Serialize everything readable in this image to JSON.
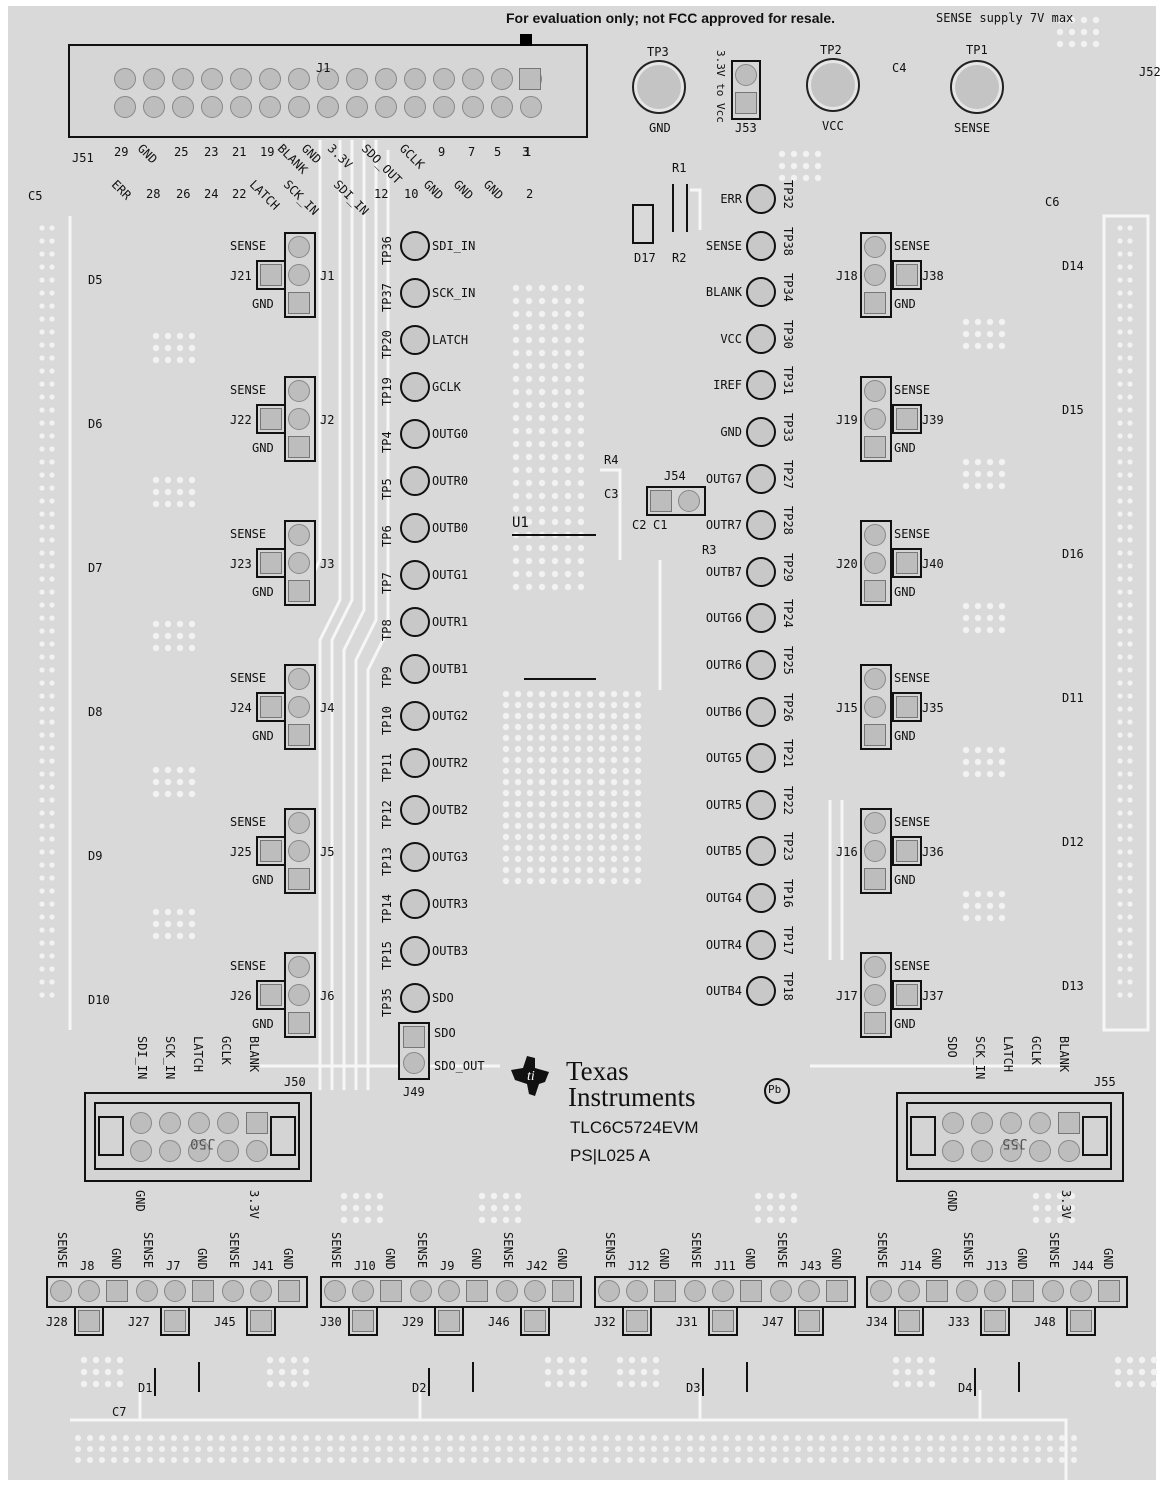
{
  "colors": {
    "board": "#d9d9d9",
    "silk": "#111111",
    "trace": "#f7f7f7",
    "pad": "#bdbdbd"
  },
  "header_note": "For evaluation only;  not FCC approved for resale.",
  "supply_note": "SENSE supply  7V max",
  "board_name": "TLC6C5724EVM",
  "board_rev": "PS|L025  A",
  "logo": {
    "line1": "Texas",
    "line2": "Instruments",
    "icon": "ti-logo-icon",
    "pb_free": "Pb"
  },
  "top": {
    "j51": "J51",
    "j1": "J1",
    "j52": "J52",
    "c4": "C4",
    "c5": "C5",
    "c6": "C6",
    "c7": "C7",
    "odd_pins": [
      "29",
      "GND",
      "25",
      "23",
      "21",
      "19",
      "BLANK",
      "GND",
      "3.3V",
      "SDO_OUT",
      "GCLK",
      "9",
      "7",
      "5",
      "3",
      "1"
    ],
    "even_pins": [
      "ERR",
      "28",
      "26",
      "24",
      "22",
      "LATCH",
      "SCK_IN",
      "SDI_IN",
      "12",
      "10",
      "GND",
      "GND",
      "GND",
      "2"
    ],
    "tp3": {
      "name": "TP3",
      "label": "GND"
    },
    "tp2": {
      "name": "TP2",
      "label": "VCC"
    },
    "tp1": {
      "name": "TP1",
      "label": "SENSE"
    },
    "j53": {
      "name": "J53",
      "label": "3.3V to Vcc"
    },
    "r1": "R1",
    "r2": "R2",
    "d17": "D17",
    "r3": "R3",
    "r4": "R4",
    "c3": "C3",
    "c1": "C1",
    "c2": "C2",
    "j54": "J54",
    "u1": "U1"
  },
  "left_tps": [
    {
      "tp": "TP36",
      "sig": "SDI_IN"
    },
    {
      "tp": "TP37",
      "sig": "SCK_IN"
    },
    {
      "tp": "TP20",
      "sig": "LATCH"
    },
    {
      "tp": "TP19",
      "sig": "GCLK"
    },
    {
      "tp": "TP4",
      "sig": "OUTG0"
    },
    {
      "tp": "TP5",
      "sig": "OUTR0"
    },
    {
      "tp": "TP6",
      "sig": "OUTB0"
    },
    {
      "tp": "TP7",
      "sig": "OUTG1"
    },
    {
      "tp": "TP8",
      "sig": "OUTR1"
    },
    {
      "tp": "TP9",
      "sig": "OUTB1"
    },
    {
      "tp": "TP10",
      "sig": "OUTG2"
    },
    {
      "tp": "TP11",
      "sig": "OUTR2"
    },
    {
      "tp": "TP12",
      "sig": "OUTB2"
    },
    {
      "tp": "TP13",
      "sig": "OUTG3"
    },
    {
      "tp": "TP14",
      "sig": "OUTR3"
    },
    {
      "tp": "TP15",
      "sig": "OUTB3"
    },
    {
      "tp": "TP35",
      "sig": "SDO"
    }
  ],
  "right_tps": [
    {
      "tp": "TP32",
      "sig": "ERR"
    },
    {
      "tp": "TP38",
      "sig": "SENSE"
    },
    {
      "tp": "TP34",
      "sig": "BLANK"
    },
    {
      "tp": "TP30",
      "sig": "VCC"
    },
    {
      "tp": "TP31",
      "sig": "IREF"
    },
    {
      "tp": "TP33",
      "sig": "GND"
    },
    {
      "tp": "TP27",
      "sig": "OUTG7"
    },
    {
      "tp": "TP28",
      "sig": "OUTR7"
    },
    {
      "tp": "TP29",
      "sig": "OUTB7"
    },
    {
      "tp": "TP24",
      "sig": "OUTG6"
    },
    {
      "tp": "TP25",
      "sig": "OUTR6"
    },
    {
      "tp": "TP26",
      "sig": "OUTB6"
    },
    {
      "tp": "TP21",
      "sig": "OUTG5"
    },
    {
      "tp": "TP22",
      "sig": "OUTR5"
    },
    {
      "tp": "TP23",
      "sig": "OUTB5"
    },
    {
      "tp": "TP16",
      "sig": "OUTG4"
    },
    {
      "tp": "TP17",
      "sig": "OUTR4"
    },
    {
      "tp": "TP18",
      "sig": "OUTB4"
    }
  ],
  "j49": {
    "name": "J49",
    "top": "SDO",
    "bottom": "SDO_OUT"
  },
  "left_groups": [
    {
      "led": "D5",
      "jl": "J21",
      "jr": "J1",
      "sense": "SENSE",
      "gnd": "GND"
    },
    {
      "led": "D6",
      "jl": "J22",
      "jr": "J2",
      "sense": "SENSE",
      "gnd": "GND"
    },
    {
      "led": "D7",
      "jl": "J23",
      "jr": "J3",
      "sense": "SENSE",
      "gnd": "GND"
    },
    {
      "led": "D8",
      "jl": "J24",
      "jr": "J4",
      "sense": "SENSE",
      "gnd": "GND"
    },
    {
      "led": "D9",
      "jl": "J25",
      "jr": "J5",
      "sense": "SENSE",
      "gnd": "GND"
    },
    {
      "led": "D10",
      "jl": "J26",
      "jr": "J6",
      "sense": "SENSE",
      "gnd": "GND"
    }
  ],
  "right_groups": [
    {
      "led": "D14",
      "jl": "J18",
      "jr": "J38",
      "sense": "SENSE",
      "gnd": "GND"
    },
    {
      "led": "D15",
      "jl": "J19",
      "jr": "J39",
      "sense": "SENSE",
      "gnd": "GND"
    },
    {
      "led": "D16",
      "jl": "J20",
      "jr": "J40",
      "sense": "SENSE",
      "gnd": "GND"
    },
    {
      "led": "D11",
      "jl": "J15",
      "jr": "J35",
      "sense": "SENSE",
      "gnd": "GND"
    },
    {
      "led": "D12",
      "jl": "J16",
      "jr": "J36",
      "sense": "SENSE",
      "gnd": "GND"
    },
    {
      "led": "D13",
      "jl": "J17",
      "jr": "J37",
      "sense": "SENSE",
      "gnd": "GND"
    }
  ],
  "j50": {
    "name": "J50",
    "silk": "J50",
    "top": [
      "SDI_IN",
      "SCK_IN",
      "LATCH",
      "GCLK",
      "BLANK"
    ],
    "bottom": [
      "GND",
      "3.3V"
    ]
  },
  "j55": {
    "name": "J55",
    "silk": "J55",
    "top": [
      "SDO",
      "SCK_IN",
      "LATCH",
      "GCLK",
      "BLANK"
    ],
    "bottom": [
      "GND",
      "3.3V"
    ]
  },
  "bottom_groups": [
    {
      "led": "D1",
      "heads": [
        {
          "j": "J8",
          "s": "SENSE",
          "g": "GND",
          "sub": "J28"
        },
        {
          "j": "J7",
          "s": "SENSE",
          "g": "GND",
          "sub": "J27"
        },
        {
          "j": "J41",
          "s": "SENSE",
          "g": "GND",
          "sub": "J45"
        }
      ]
    },
    {
      "led": "D2",
      "heads": [
        {
          "j": "J10",
          "s": "SENSE",
          "g": "GND",
          "sub": "J30"
        },
        {
          "j": "J9",
          "s": "SENSE",
          "g": "GND",
          "sub": "J29"
        },
        {
          "j": "J42",
          "s": "SENSE",
          "g": "GND",
          "sub": "J46"
        }
      ]
    },
    {
      "led": "D3",
      "heads": [
        {
          "j": "J12",
          "s": "SENSE",
          "g": "GND",
          "sub": "J32"
        },
        {
          "j": "J11",
          "s": "SENSE",
          "g": "GND",
          "sub": "J31"
        },
        {
          "j": "J43",
          "s": "SENSE",
          "g": "GND",
          "sub": "J47"
        }
      ]
    },
    {
      "led": "D4",
      "heads": [
        {
          "j": "J14",
          "s": "SENSE",
          "g": "GND",
          "sub": "J34"
        },
        {
          "j": "J13",
          "s": "SENSE",
          "g": "GND",
          "sub": "J33"
        },
        {
          "j": "J44",
          "s": "SENSE",
          "g": "GND",
          "sub": "J48"
        }
      ]
    }
  ]
}
